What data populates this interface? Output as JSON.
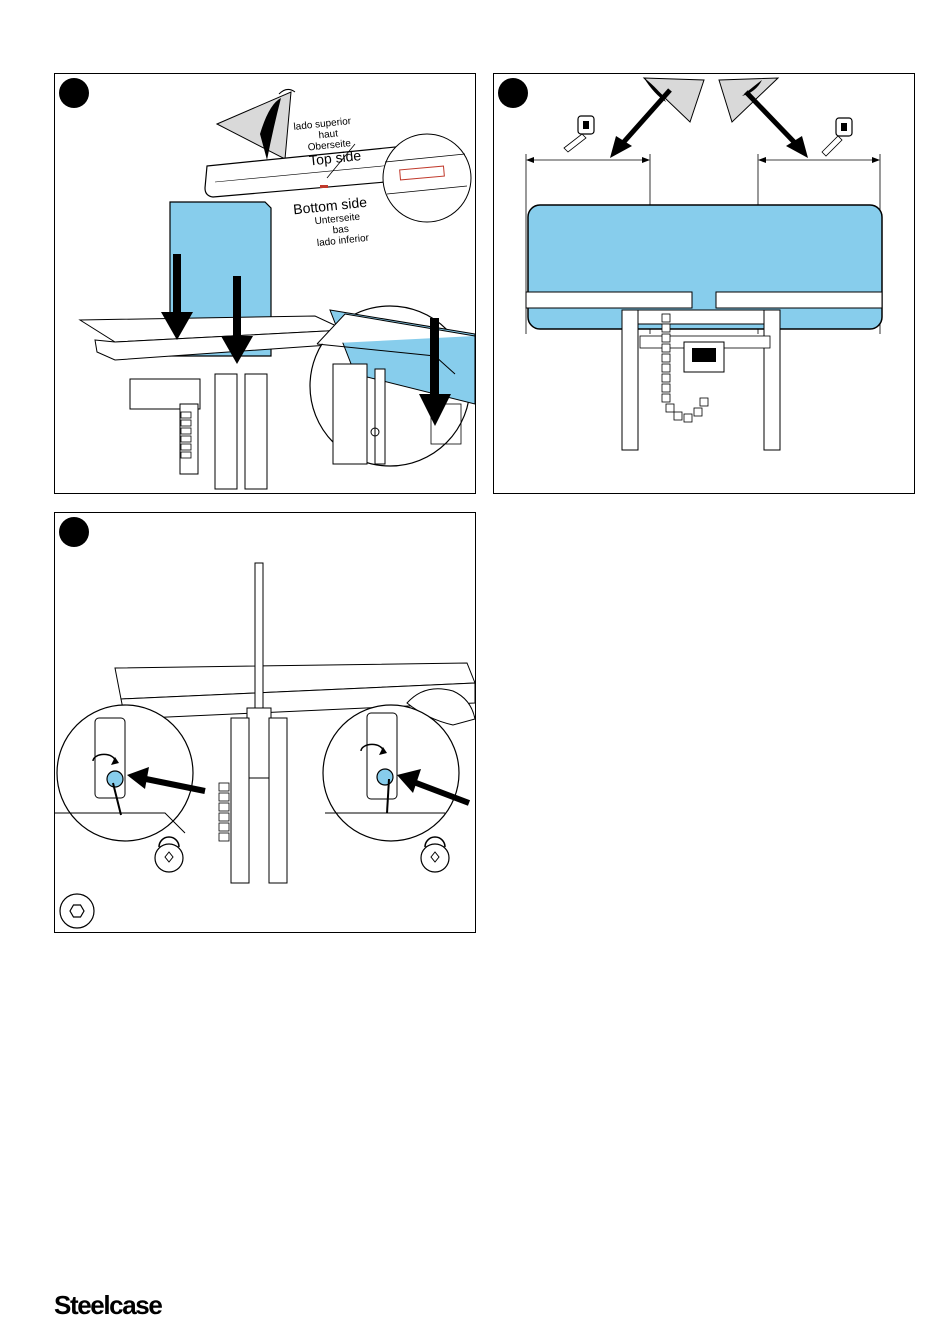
{
  "brand": {
    "name": "Steelcase"
  },
  "step1": {
    "labels": {
      "top_pt": "lado superior",
      "top_fr": "haut",
      "top_de": "Oberseite",
      "top_en": "Top side",
      "bottom_en": "Bottom side",
      "bottom_de": "Unterseite",
      "bottom_fr": "bas",
      "bottom_pt": "lado inferior"
    }
  },
  "colors": {
    "screen_fill": "#87cdec",
    "ink": "#000000",
    "tape": "#c0392b"
  },
  "icons": {
    "step1": "step-marker-icon",
    "step2": "step-marker-icon",
    "step3": "step-marker-icon",
    "tool": "hex-key-icon",
    "lock": "padlock-icon",
    "measure": "tape-measure-icon"
  }
}
